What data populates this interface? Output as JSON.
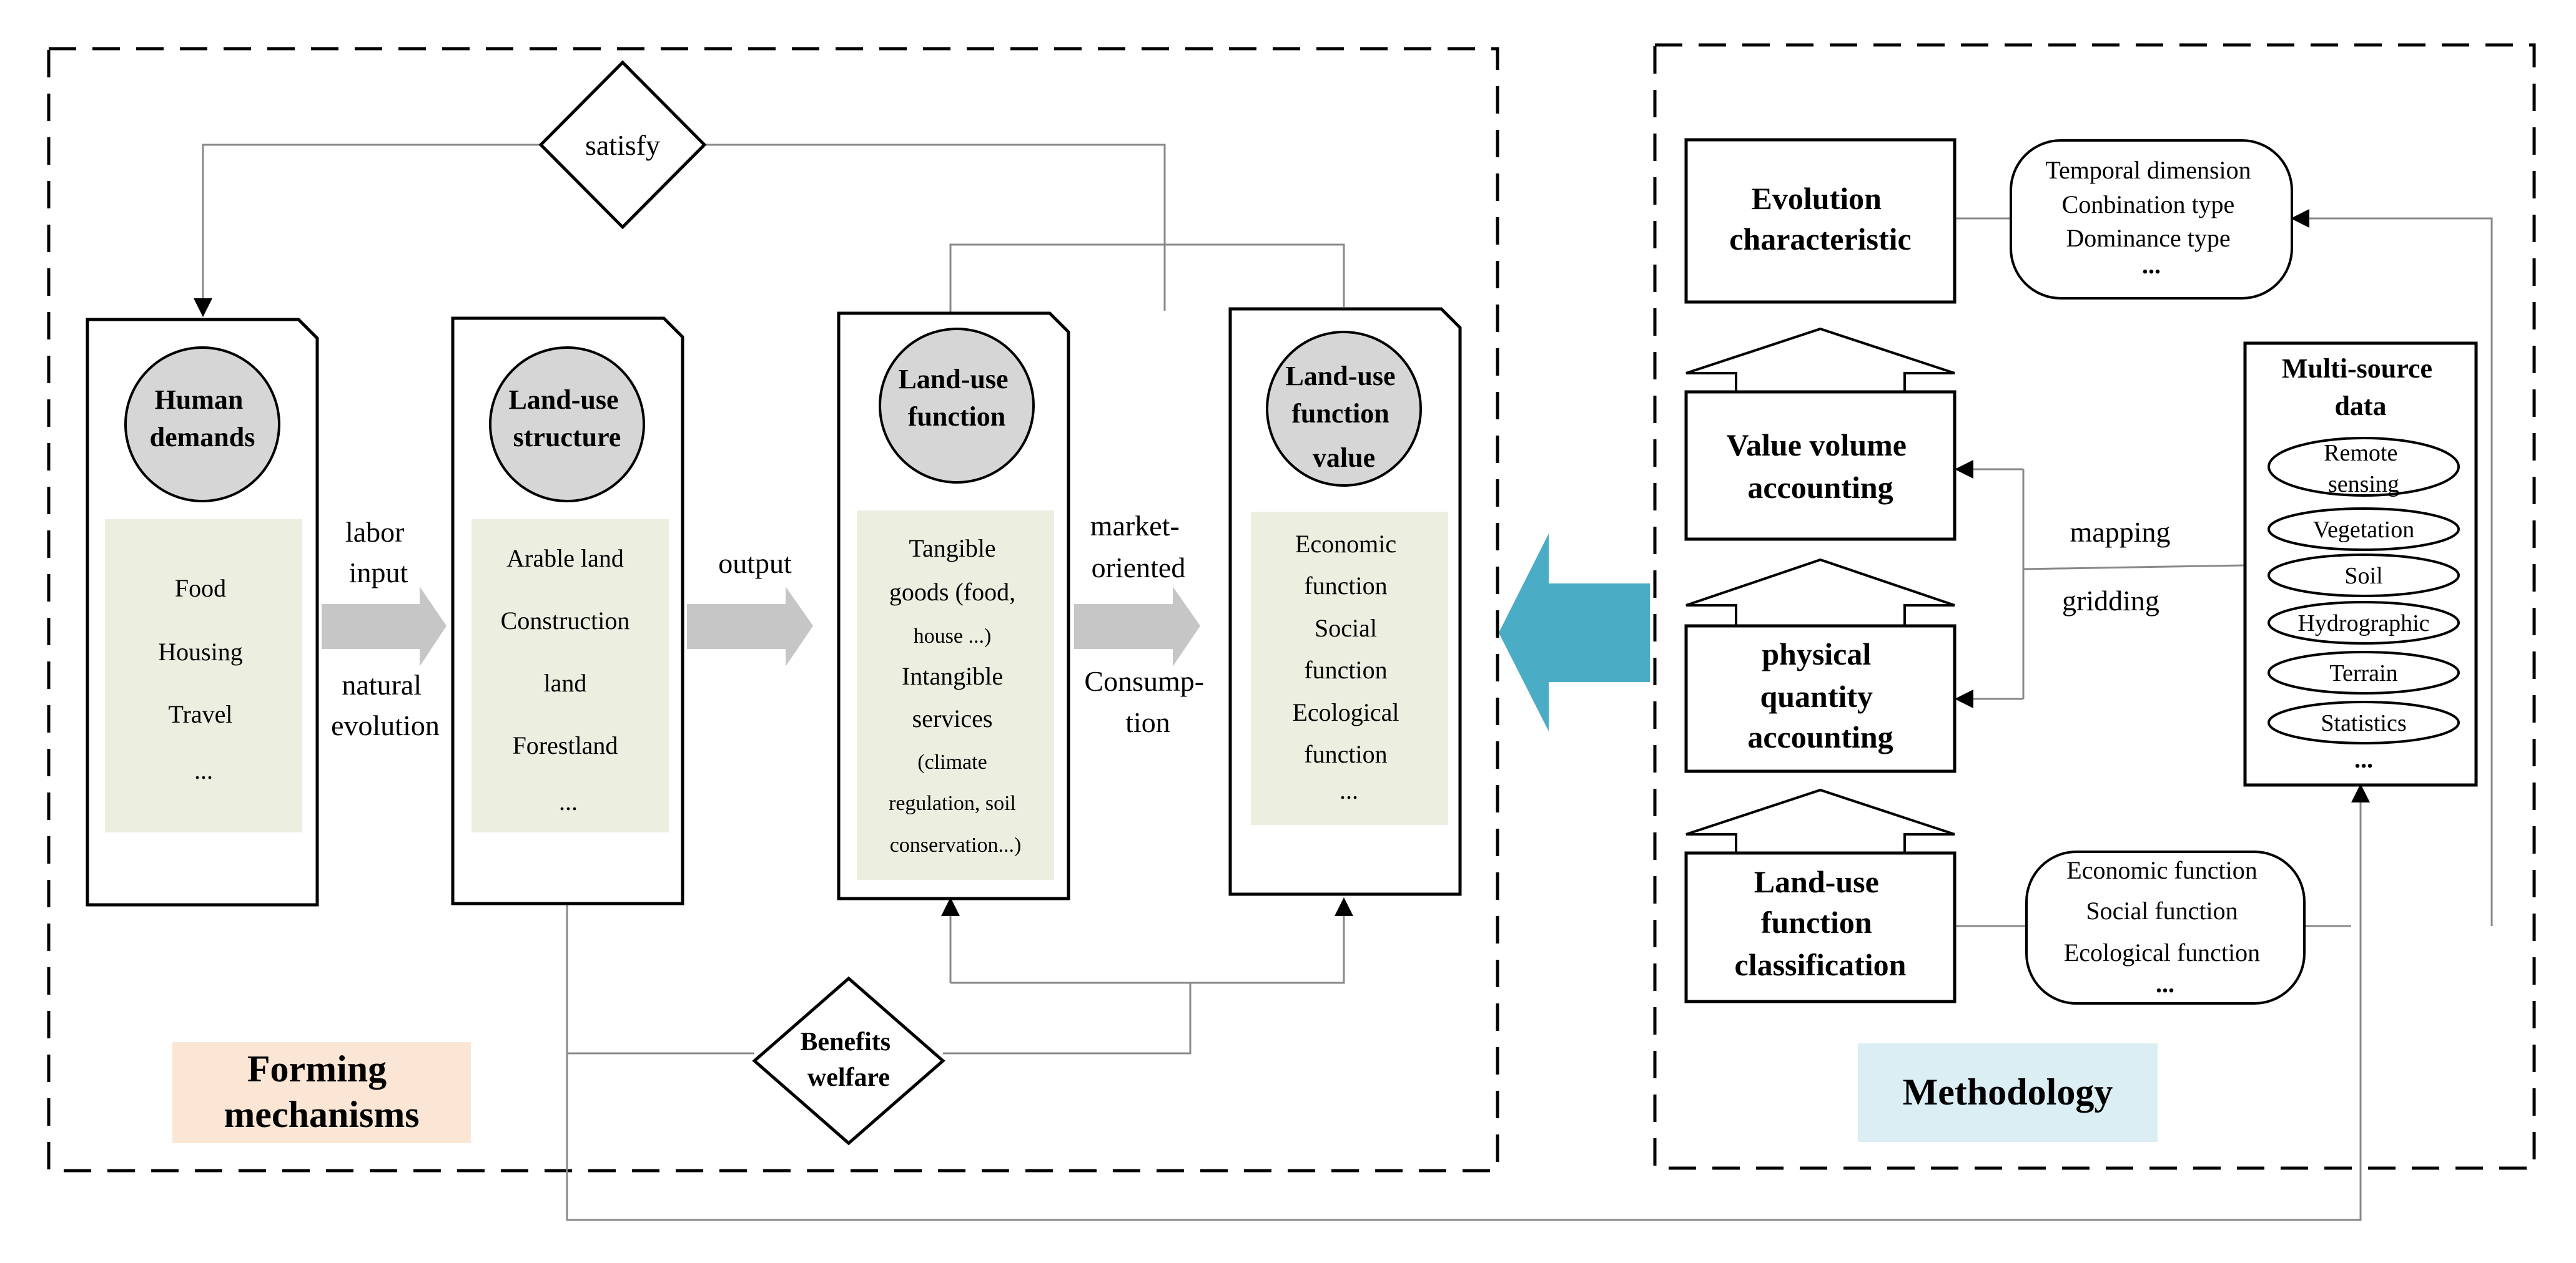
{
  "sections": {
    "left_title": [
      "Forming",
      "mechanisms"
    ],
    "right_title": "Methodology"
  },
  "diamonds": {
    "satisfy": "satisfy",
    "benefits": [
      "Benefits",
      "welfare"
    ]
  },
  "cards": [
    {
      "title": [
        "Human",
        "demands"
      ],
      "items": [
        "Food",
        "Housing",
        "Travel",
        "..."
      ]
    },
    {
      "title": [
        "Land-use",
        "structure"
      ],
      "items": [
        "Arable land",
        "Construction",
        "land",
        "Forestland",
        "..."
      ]
    },
    {
      "title": [
        "Land-use",
        "function"
      ],
      "items": [
        "Tangible",
        "goods (food,",
        "house ...)",
        "Intangible",
        "services",
        "(climate",
        "regulation, soil",
        "conservation...)"
      ]
    },
    {
      "title": [
        "Land-use",
        "function",
        "value"
      ],
      "items": [
        "Economic",
        "function",
        "Social",
        "function",
        "Ecological",
        "function",
        "..."
      ]
    }
  ],
  "flow_labels": {
    "a1_top": [
      "labor",
      "input"
    ],
    "a1_bottom": [
      "natural",
      "evolution"
    ],
    "a2_top": "output",
    "a3_top": [
      "market-",
      "oriented"
    ],
    "a3_bottom": [
      "Consump-",
      "tion"
    ]
  },
  "method": {
    "evolution": [
      "Evolution",
      "characteristic"
    ],
    "value_volume": [
      "Value volume",
      "accounting"
    ],
    "physical": [
      "physical",
      "quantity",
      "accounting"
    ],
    "classification": [
      "Land-use",
      "function",
      "classification"
    ],
    "temporal_box": [
      "Temporal dimension",
      "Conbination type",
      "Dominance  type",
      "..."
    ],
    "functions_box": [
      "Economic function",
      "Social function",
      "Ecological function",
      "..."
    ],
    "multisource_title": [
      "Multi-source",
      "data"
    ],
    "ovals": [
      [
        "Remote",
        "sensing"
      ],
      [
        "Vegetation"
      ],
      [
        "Soil"
      ],
      [
        "Hydrographic"
      ],
      [
        "Terrain"
      ],
      [
        "Statistics"
      ]
    ],
    "multisource_more": "...",
    "mapping": "mapping",
    "gridding": "gridding"
  },
  "colors": {
    "card_fill": "#ecefe0",
    "circle_fill": "#d6d6d6",
    "gray_arrow": "#c6c6c6",
    "blue_arrow": "#4bacc6",
    "forming_bg": "#fbe6d5",
    "methodology_bg": "#daeef3"
  }
}
